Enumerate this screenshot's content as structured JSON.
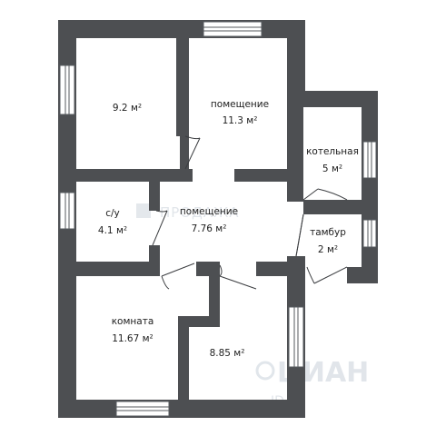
{
  "rooms": [
    {
      "id": "room-tl",
      "name": "",
      "area": "9.2 м²"
    },
    {
      "id": "room-tc",
      "name": "помещение",
      "area": "11.3 м²"
    },
    {
      "id": "room-boiler",
      "name": "котельная",
      "area": "5 м²"
    },
    {
      "id": "room-bath",
      "name": "с/у",
      "area": "4.1 м²"
    },
    {
      "id": "room-hall",
      "name": "помещение",
      "area": "7.76 м²"
    },
    {
      "id": "room-vestibule",
      "name": "тамбур",
      "area": "2 м²"
    },
    {
      "id": "room-living",
      "name": "комната",
      "area": "11.67 м²"
    },
    {
      "id": "room-bc",
      "name": "",
      "area": "8.85 м²"
    }
  ],
  "watermarks": {
    "center": "ПРОДАЖА",
    "corner": "ЦИАН",
    "corner_id": "ID 1"
  },
  "colors": {
    "wall": "#4d4f52",
    "background": "#ffffff"
  }
}
